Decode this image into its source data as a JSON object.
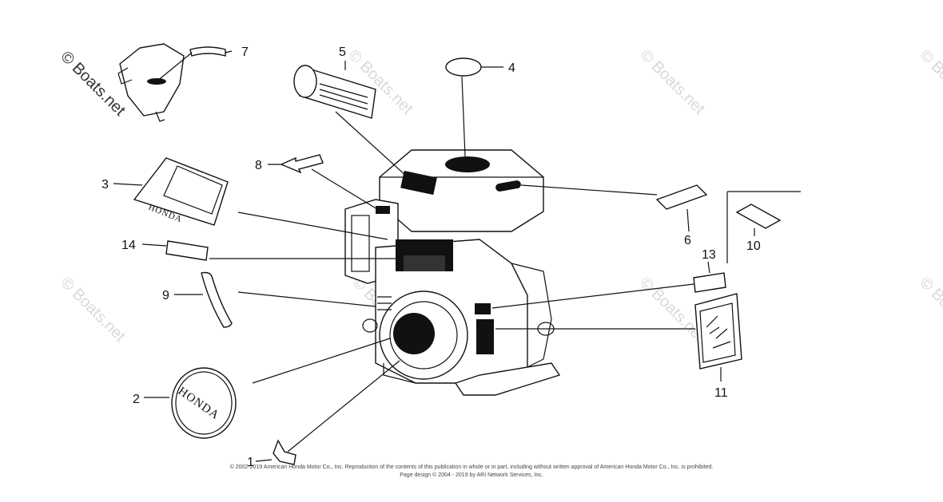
{
  "watermark": {
    "primary": "© Boats.net",
    "repeat": "© Boats.net"
  },
  "decals": {
    "honda_small": "HONDA",
    "honda_large": "HONDA"
  },
  "callouts": [
    {
      "id": "c1",
      "label": "1"
    },
    {
      "id": "c2",
      "label": "2"
    },
    {
      "id": "c3",
      "label": "3"
    },
    {
      "id": "c4",
      "label": "4"
    },
    {
      "id": "c5",
      "label": "5"
    },
    {
      "id": "c6",
      "label": "6"
    },
    {
      "id": "c7",
      "label": "7"
    },
    {
      "id": "c8",
      "label": "8"
    },
    {
      "id": "c9",
      "label": "9"
    },
    {
      "id": "c10",
      "label": "10"
    },
    {
      "id": "c11",
      "label": "11"
    },
    {
      "id": "c13",
      "label": "13"
    },
    {
      "id": "c14",
      "label": "14"
    }
  ],
  "footer": {
    "line1": "© 2002-2019 American Honda Motor Co., Inc. Reproduction of the contents of this publication in whole or in part, including without written approval of American Honda Motor Co., Inc. is prohibited.",
    "line2": "Page design © 2004 - 2019 by ARI Network Services, Inc."
  }
}
